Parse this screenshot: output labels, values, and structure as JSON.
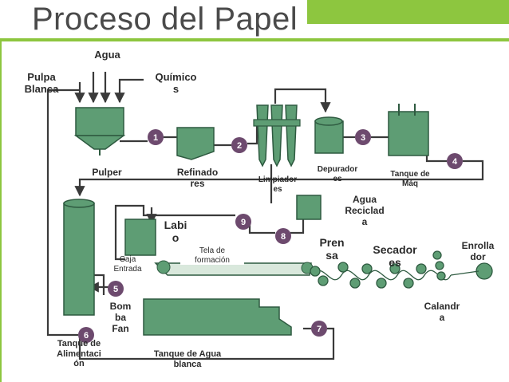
{
  "title": "Proceso del Papel",
  "colors": {
    "accent": "#8dc63f",
    "equipment": "#5e9d74",
    "pump": "#6d4a6e",
    "line": "#3a3a3a"
  },
  "labels": {
    "agua": "Agua",
    "pulpa_blanca": "Pulpa\nBlanca",
    "quimicos": "Químico\ns",
    "pulper": "Pulper",
    "refinadores": "Refinado\nres",
    "limpiadores": "Limpiador\nes",
    "depuradores": "Depurador\nes",
    "tanque_maq": "Tanque de\nMáq",
    "agua_reciclada": "Agua\nReciclad\na",
    "labio": "Labi\no",
    "tela_formacion": "Tela de\nformación",
    "prensa": "Pren\nsa",
    "secadores": "Secador\nes",
    "enrollador": "Enrolla\ndor",
    "caja_entrada": "Caja\nEntrada",
    "bomba_fan": "Bom\nba\nFan",
    "calandria": "Calandr\na",
    "tanque_alimentacion": "Tanque de\nAlimentaci\nón",
    "tanque_agua_blanca": "Tanque de Agua\nblanca"
  },
  "pumps": [
    "1",
    "2",
    "3",
    "4",
    "5",
    "6",
    "7",
    "8",
    "9"
  ]
}
